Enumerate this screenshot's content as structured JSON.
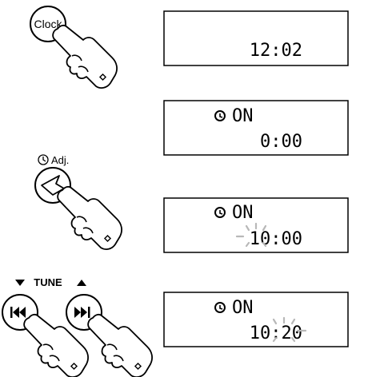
{
  "buttons": {
    "clock_label": "Clock",
    "adj_label": "Adj.",
    "tune_label": "TUNE"
  },
  "displays": [
    {
      "indicator": "",
      "time": "12:02"
    },
    {
      "indicator": "ON",
      "time": "0:00"
    },
    {
      "indicator": "ON",
      "time": "10:00",
      "flashing": "hours"
    },
    {
      "indicator": "ON",
      "time": "10:20",
      "flashing": "minutes"
    }
  ],
  "colors": {
    "ink": "#000000",
    "flash": "#b8b8b8"
  }
}
